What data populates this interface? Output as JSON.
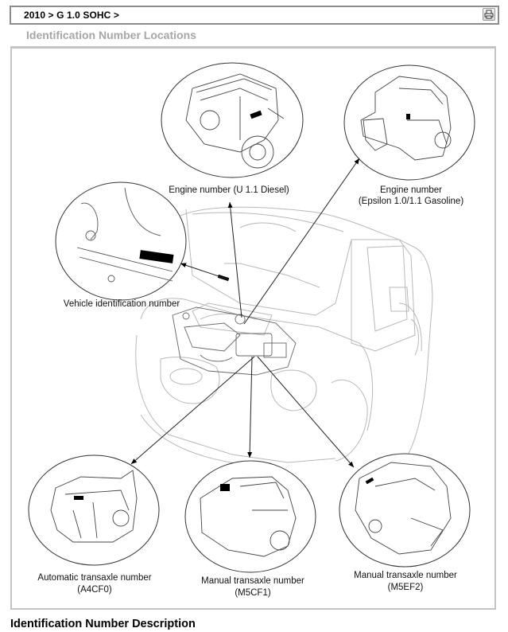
{
  "header": {
    "breadcrumb": "2010 > G 1.0 SOHC >",
    "print_icon": "printer-icon"
  },
  "page": {
    "section_title": "Identification Number Locations",
    "next_heading": "Identification Number Description"
  },
  "figure": {
    "captions": {
      "engine_diesel": "Engine number (U 1.1 Diesel)",
      "engine_gasoline_line1": "Engine number",
      "engine_gasoline_line2": "(Epsilon 1.0/1.1 Gasoline)",
      "vin": "Vehicle identification number",
      "auto_transaxle_line1": "Automatic transaxle number",
      "auto_transaxle_line2": "(A4CF0)",
      "manual_m5cf1_line1": "Manual transaxle number",
      "manual_m5cf1_line2": "(M5CF1)",
      "manual_m5ef2_line1": "Manual transaxle number",
      "manual_m5ef2_line2": "(M5EF2)"
    },
    "colors": {
      "line": "#555555",
      "light_line": "#b5b5b5",
      "marker": "#000000"
    }
  }
}
